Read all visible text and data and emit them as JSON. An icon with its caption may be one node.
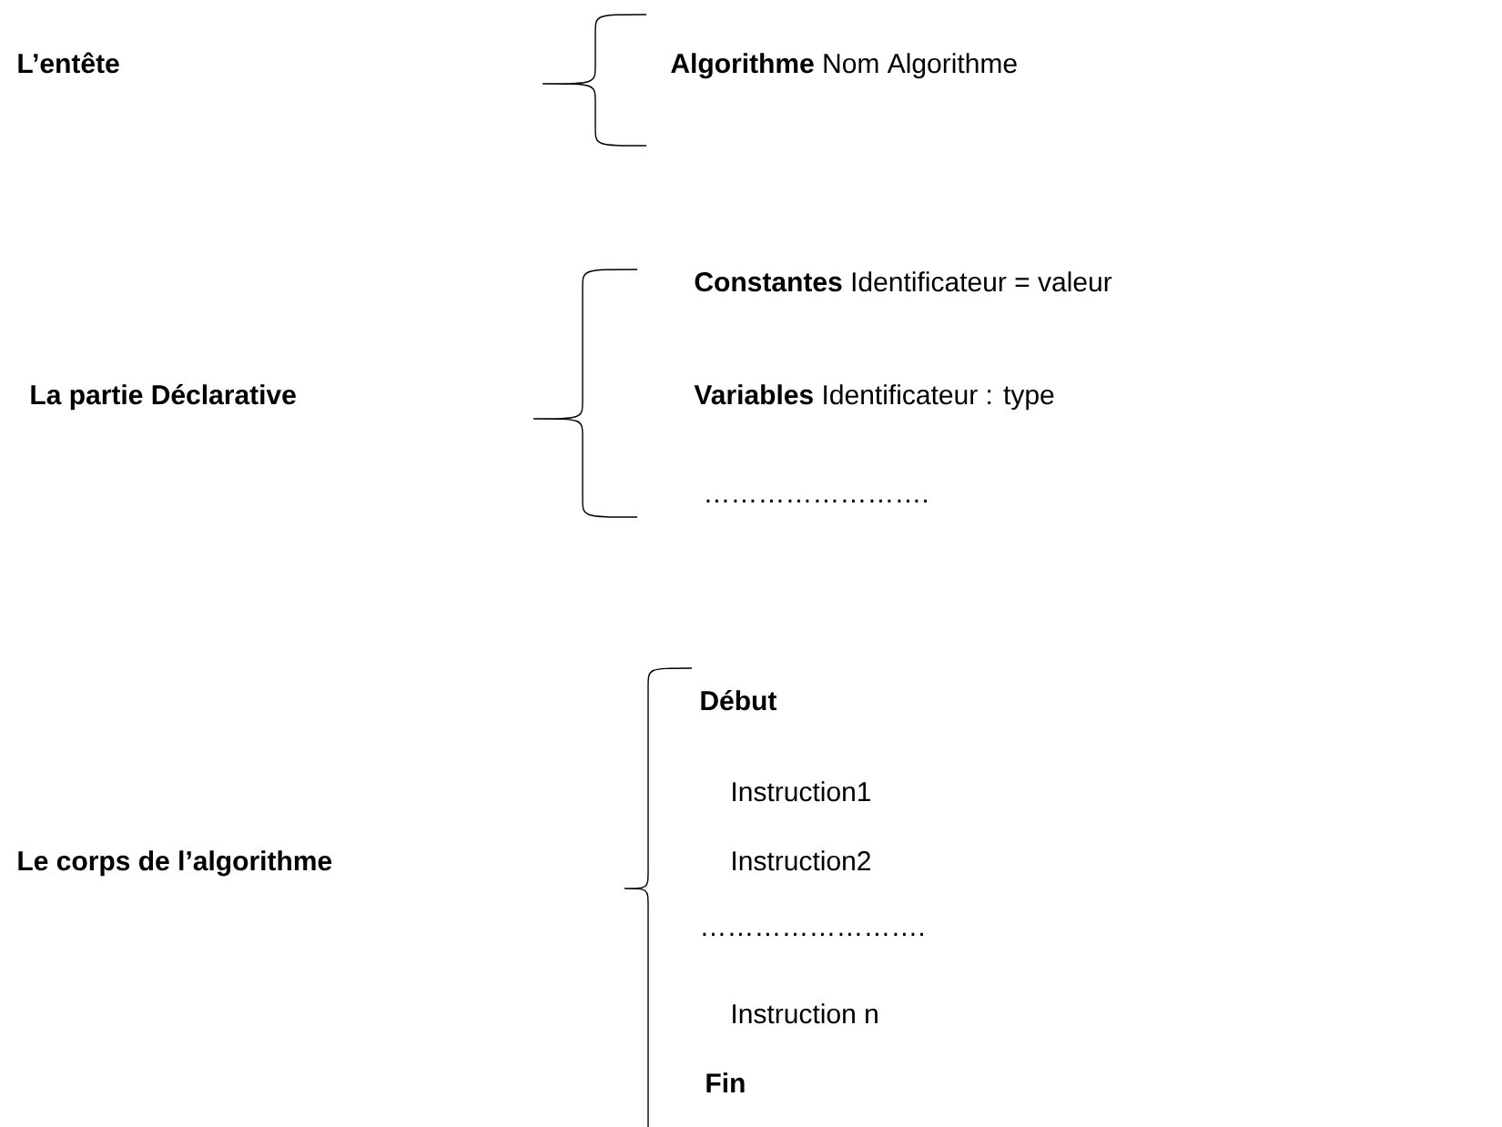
{
  "diagram": {
    "labels": [
      "L’entête",
      "**Algorithme** Nom Algorithme",
      "**Constantes** Identificateur = valeur",
      "La partie Déclarative",
      "**Variables** Identificateur : type",
      "…………………….",
      "Début",
      "Instruction1",
      "Le corps de l’algorithme",
      "Instruction2",
      "…………………….",
      "Instruction n",
      "Fin"
    ]
  }
}
